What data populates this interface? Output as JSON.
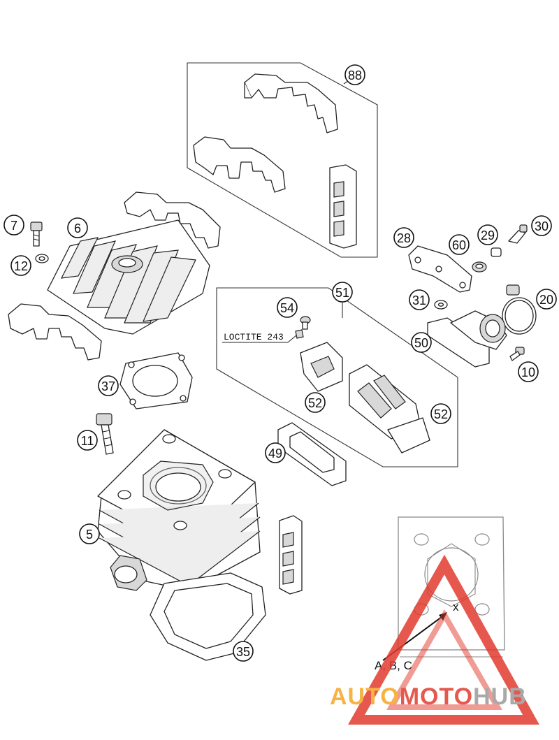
{
  "callouts": {
    "c88": "88",
    "c7": "7",
    "c6": "6",
    "c12": "12",
    "c28": "28",
    "c60": "60",
    "c29": "29",
    "c30": "30",
    "c51": "51",
    "c54": "54",
    "c31": "31",
    "c20": "20",
    "c50": "50",
    "c10": "10",
    "c37": "37",
    "c52a": "52",
    "c52b": "52",
    "c11": "11",
    "c49": "49",
    "c5": "5",
    "c35": "35"
  },
  "loctite_label": "LOCTITE 243",
  "inset_label": "A, B, C",
  "inset_mark": "x",
  "watermark": {
    "part1": "AUTO",
    "part2": "MOTO",
    "part3": "HUB"
  },
  "colors": {
    "watermark_orange": "#f5a623",
    "watermark_red": "#e23b2e",
    "watermark_gray": "#9b9b9b",
    "line": "#222222"
  }
}
